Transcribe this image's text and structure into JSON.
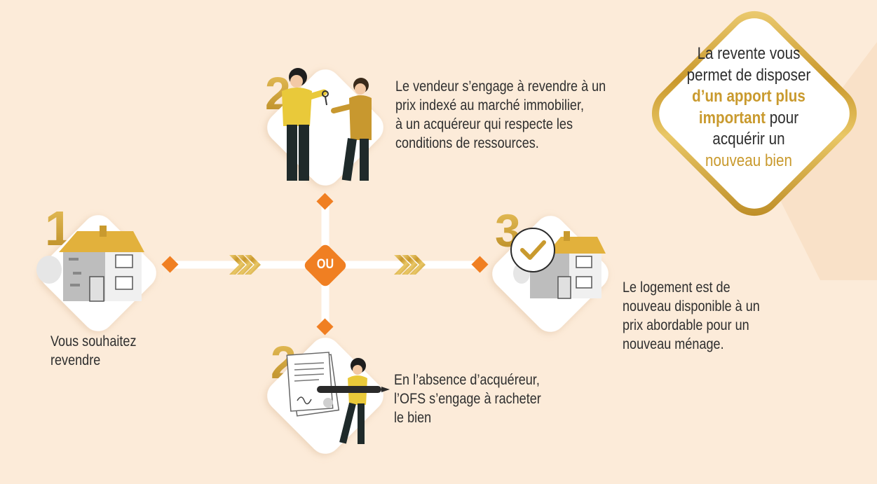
{
  "steps": {
    "step1": {
      "number": "1",
      "text_lines": [
        "Vous souhaitez",
        "revendre"
      ]
    },
    "step2_top": {
      "number": "2",
      "text_lines": [
        "Le vendeur s’engage à revendre à un",
        "prix indexé au marché immobilier,",
        "à un acquéreur qui respecte les",
        "conditions de ressources."
      ]
    },
    "step2_bottom": {
      "number": "2",
      "text_lines": [
        "En l’absence d’acquéreur,",
        "l’OFS s’engage à racheter",
        "le bien"
      ]
    },
    "step3": {
      "number": "3",
      "text_lines": [
        "Le logement est de",
        "nouveau disponible à un",
        "prix abordable pour un",
        "nouveau ménage."
      ]
    }
  },
  "junction": {
    "label": "OU"
  },
  "callout": {
    "l1": "La revente vous",
    "l2": "permet de disposer",
    "l3_gold": "d’un apport plus",
    "l4_gold": "important",
    "l4_rest": " pour",
    "l5": "acquérir un",
    "l6_gold": "nouveau bien"
  },
  "colors": {
    "background": "#fcebd9",
    "accent_orange": "#f07f22",
    "gold": "#c99a2e",
    "text": "#2e2e2e"
  },
  "icons": [
    "house-icon",
    "handshake-keys-icon",
    "contract-signing-icon",
    "house-checkmark-icon",
    "chevrons-right-icon"
  ]
}
